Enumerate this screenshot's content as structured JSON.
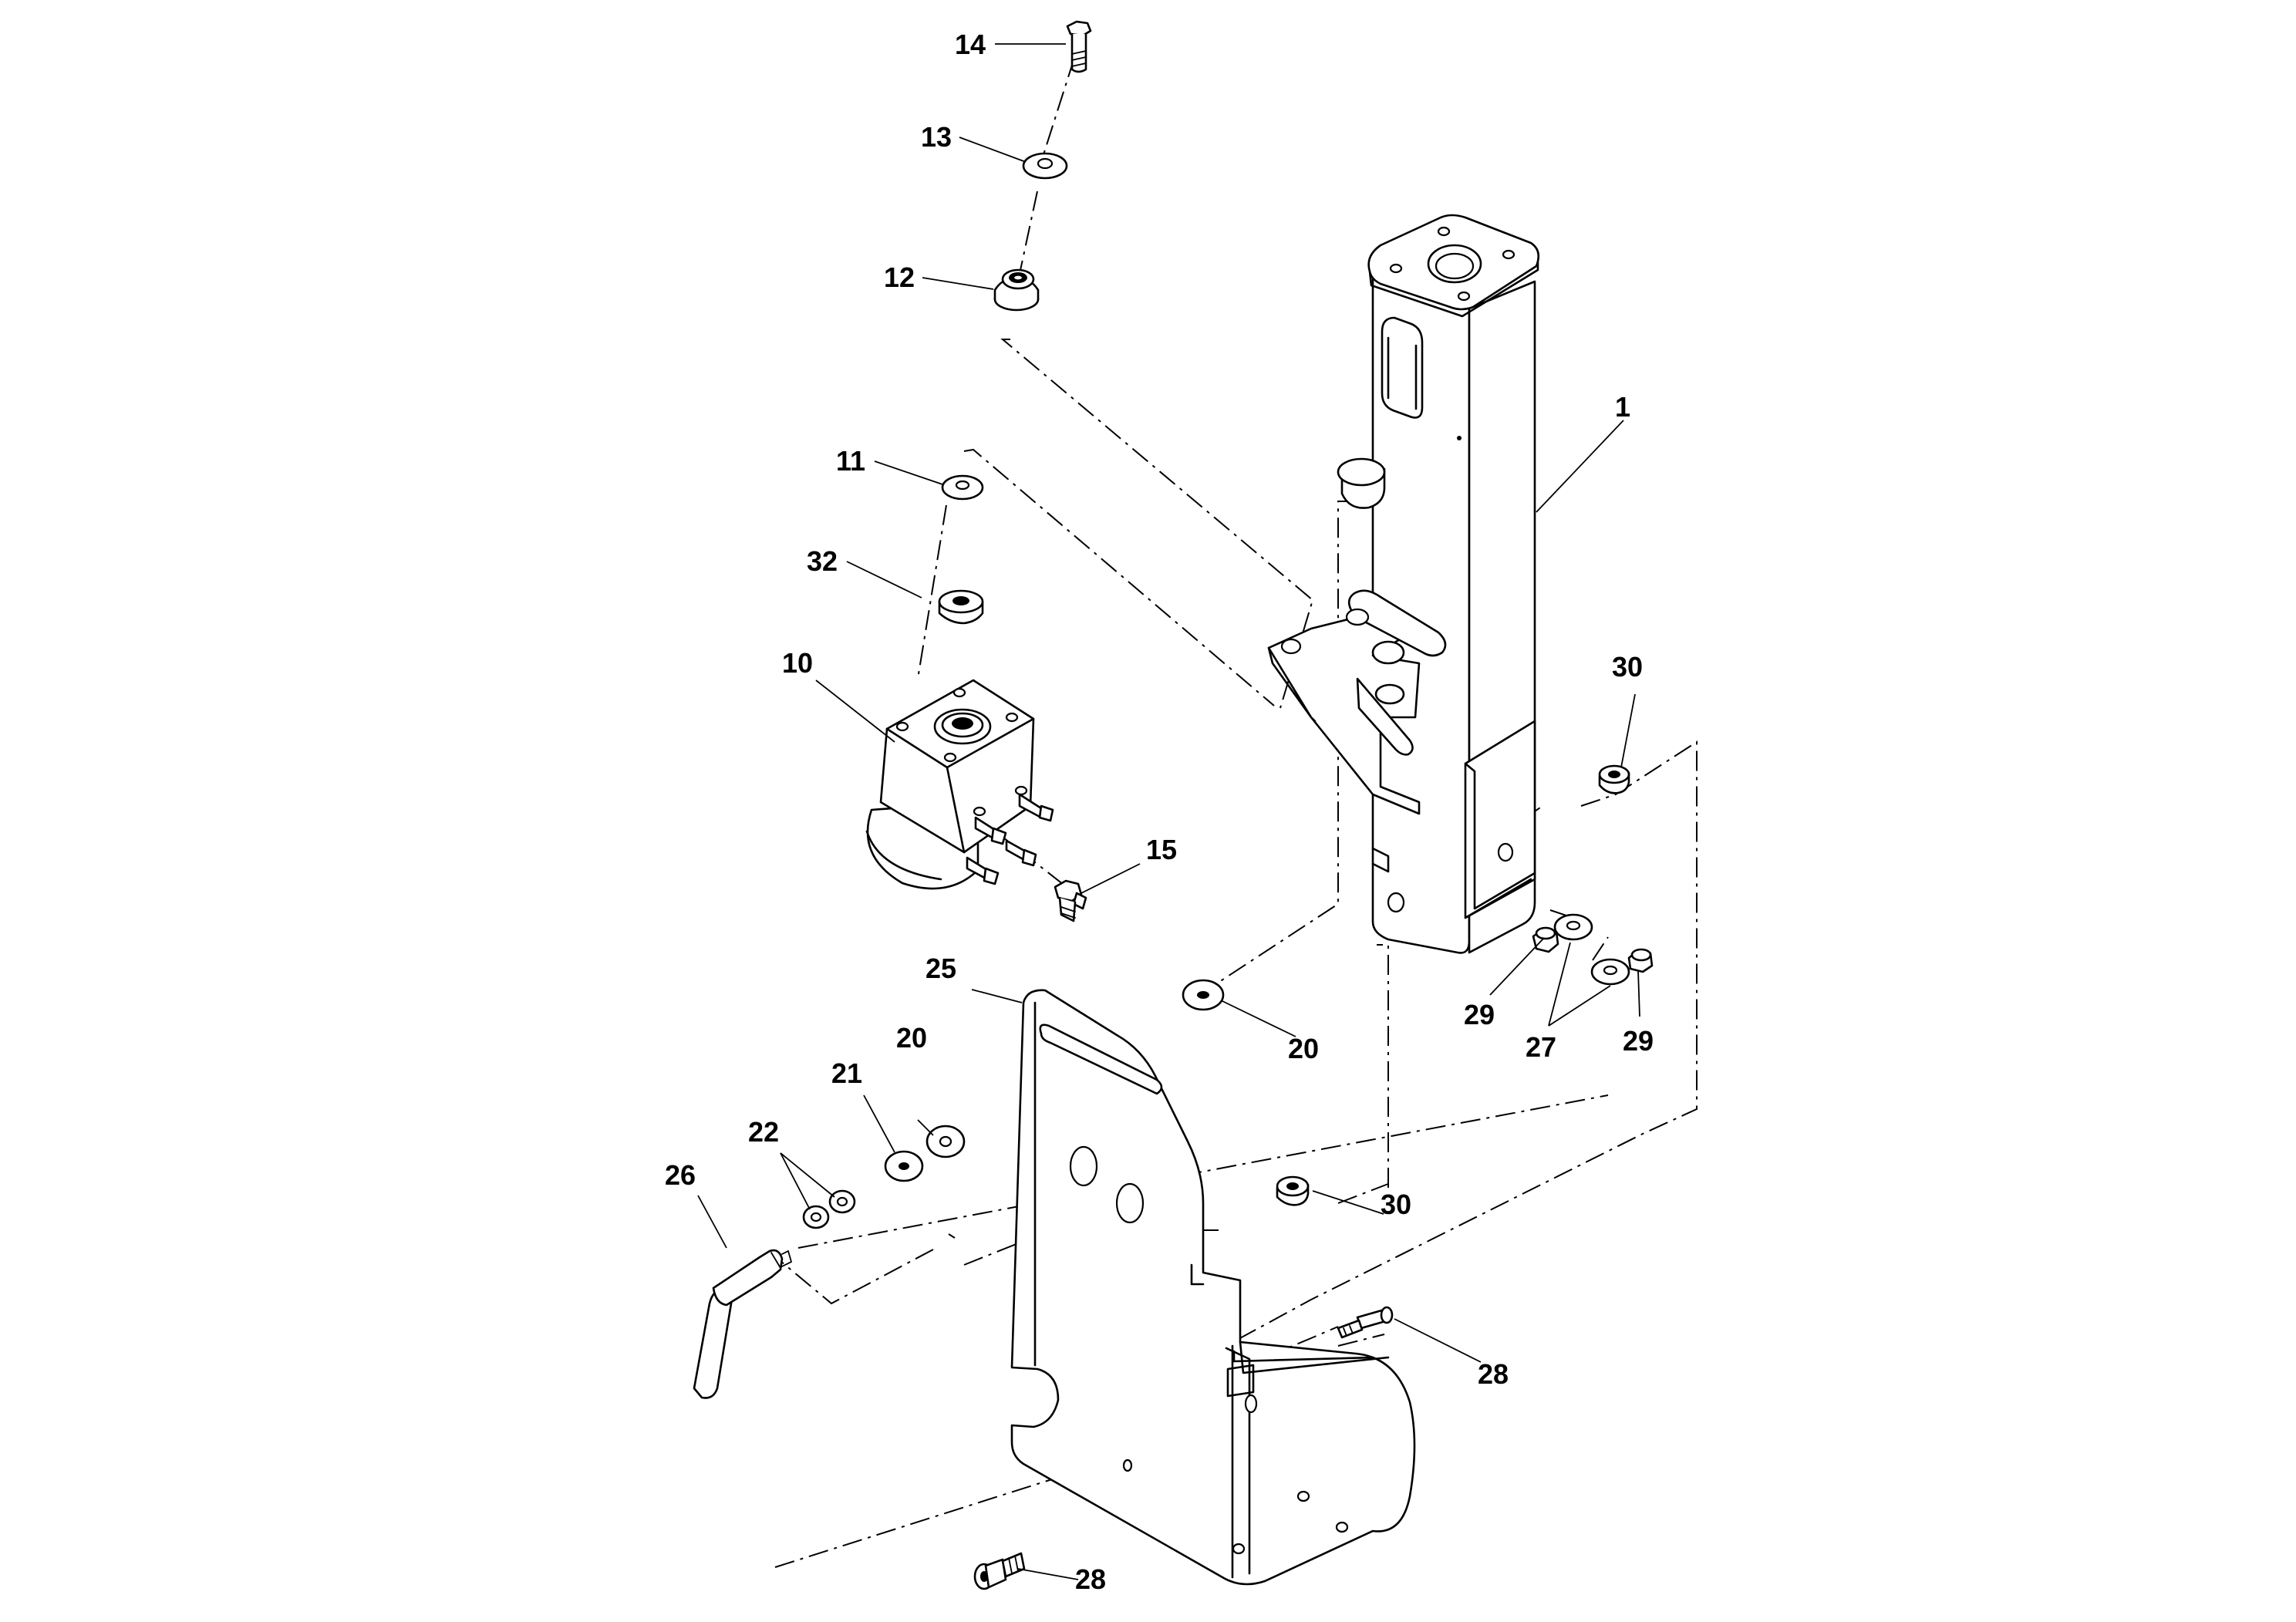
{
  "callouts": {
    "c1": "1",
    "c10": "10",
    "c11": "11",
    "c12": "12",
    "c13": "13",
    "c14": "14",
    "c15": "15",
    "c20a": "20",
    "c20b": "20",
    "c21": "21",
    "c22": "22",
    "c25": "25",
    "c26": "26",
    "c27": "27",
    "c28a": "28",
    "c28b": "28",
    "c29a": "29",
    "c29b": "29",
    "c30a": "30",
    "c30b": "30",
    "c32": "32"
  }
}
